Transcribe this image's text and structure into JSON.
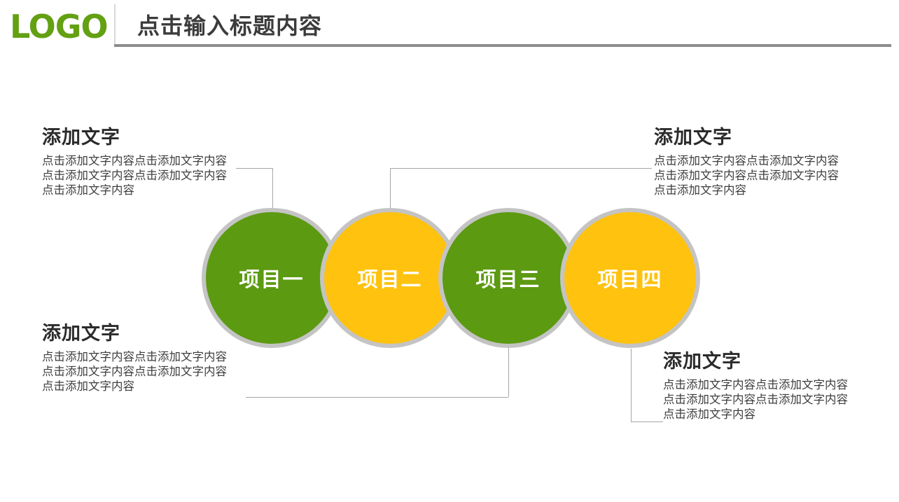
{
  "header": {
    "logo": "LOGO",
    "title": "点击输入标题内容"
  },
  "circles": [
    {
      "label": "项目一",
      "color": "#5c9a11",
      "kind": "green"
    },
    {
      "label": "项目二",
      "color": "#ffc20e",
      "kind": "yellow"
    },
    {
      "label": "项目三",
      "color": "#5c9a11",
      "kind": "green"
    },
    {
      "label": "项目四",
      "color": "#ffc20e",
      "kind": "yellow"
    }
  ],
  "blocks": [
    {
      "position": "top-left",
      "heading": "添加文字",
      "body": "点击添加文字内容点击添加文字内容点击添加文字内容点击添加文字内容点击添加文字内容"
    },
    {
      "position": "top-right",
      "heading": "添加文字",
      "body": "点击添加文字内容点击添加文字内容点击添加文字内容点击添加文字内容点击添加文字内容"
    },
    {
      "position": "bottom-left",
      "heading": "添加文字",
      "body": "点击添加文字内容点击添加文字内容点击添加文字内容点击添加文字内容点击添加文字内容"
    },
    {
      "position": "bottom-right",
      "heading": "添加文字",
      "body": "点击添加文字内容点击添加文字内容点击添加文字内容点击添加文字内容点击添加文字内容"
    }
  ],
  "colors": {
    "brand_green": "#63a012",
    "circle_green": "#5c9a11",
    "circle_yellow": "#ffc20e",
    "circle_ring": "#c4c4c4",
    "header_rule": "#8c8c8c",
    "connector": "#a6a6a6",
    "heading_text": "#2b2b2b",
    "body_text": "#3d3d3d",
    "background": "#ffffff"
  }
}
